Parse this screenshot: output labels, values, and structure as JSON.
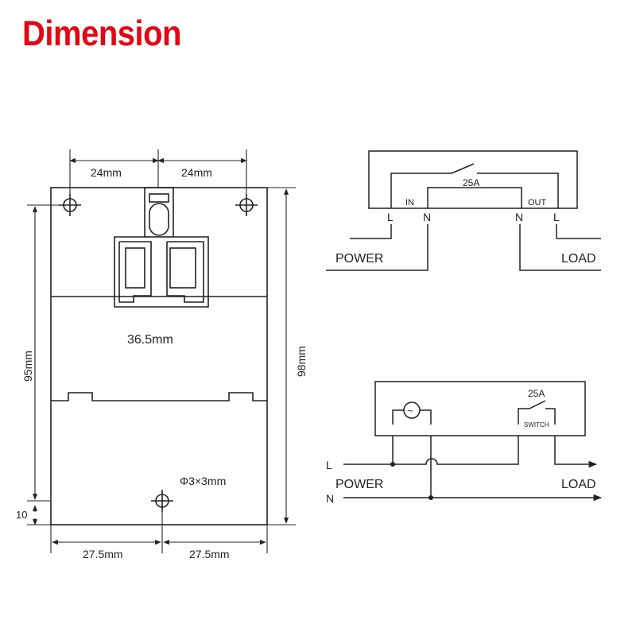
{
  "title": "Dimension",
  "colors": {
    "title": "#e30613",
    "line": "#222222",
    "dim": "#555555"
  },
  "dimensions": {
    "top_left": "24mm",
    "top_right": "24mm",
    "height_inner": "95mm",
    "height_total": "98mm",
    "width": "36.5mm",
    "hole": "Φ3×3mm",
    "bottom_offset": "10",
    "bottom_left": "27.5mm",
    "bottom_right": "27.5mm"
  },
  "wiring_top": {
    "rating": "25A",
    "in": "IN",
    "out": "OUT",
    "terminals": [
      "L",
      "N",
      "N",
      "L"
    ],
    "power": "POWER",
    "load": "LOAD"
  },
  "wiring_bottom": {
    "rating": "25A",
    "switch": "SWITCH",
    "l_label": "L",
    "n_label": "N",
    "power": "POWER",
    "load": "LOAD"
  }
}
